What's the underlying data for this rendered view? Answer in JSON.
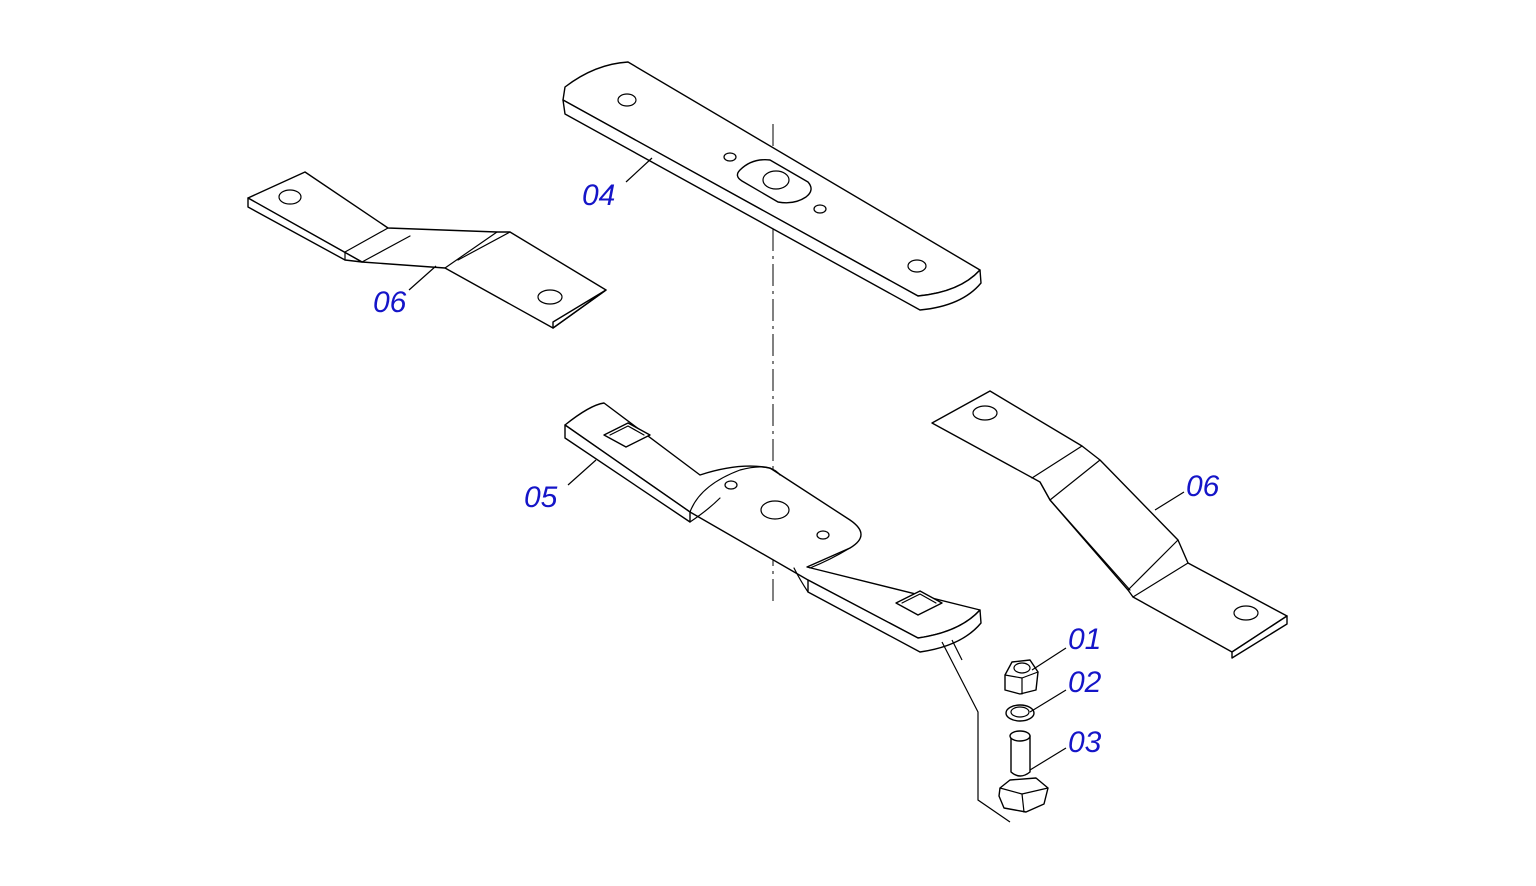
{
  "colors": {
    "line": "#000000",
    "callout": "#1515c8",
    "background": "#ffffff"
  },
  "callouts": {
    "c01": "01",
    "c02": "02",
    "c03": "03",
    "c04": "04",
    "c05": "05",
    "c06_left": "06",
    "c06_right": "06"
  }
}
